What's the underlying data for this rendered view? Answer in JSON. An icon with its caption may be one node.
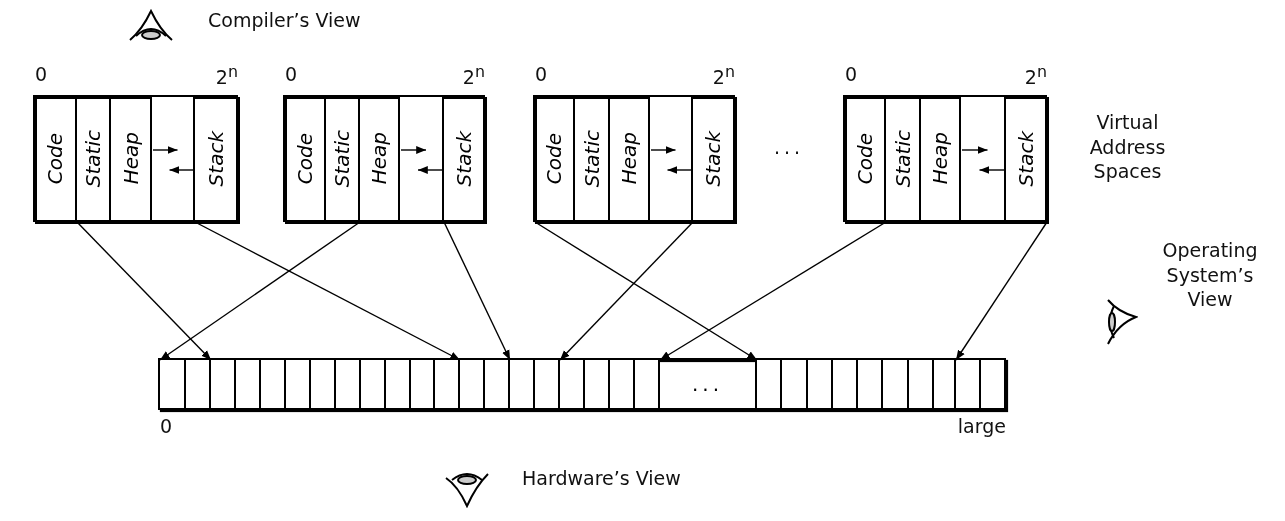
{
  "diagram": {
    "nodes": [
      {
        "text": [],
        "shape": "box"
      },
      {
        "text": [
          "Code"
        ],
        "in": 0
      },
      {
        "text": [
          "Static"
        ],
        "in": 0
      },
      {
        "text": [
          "Heap"
        ],
        "in": 0
      },
      {
        "text": [],
        "shape": "box",
        "in": 0
      },
      {
        "text": [
          "Stack"
        ],
        "in": 0
      },
      {
        "text": [],
        "shape": "box"
      },
      {
        "text": [
          "Code"
        ],
        "in": 6
      },
      {
        "text": [
          "Static"
        ],
        "in": 6
      },
      {
        "text": [
          "Heap"
        ],
        "in": 6
      },
      {
        "text": [],
        "shape": "box",
        "in": 6
      },
      {
        "text": [
          "Stack"
        ],
        "in": 6
      },
      {
        "text": [],
        "shape": "box"
      },
      {
        "text": [
          "Code"
        ],
        "in": 12
      },
      {
        "text": [
          "Static"
        ],
        "in": 12
      },
      {
        "text": [
          "Heap"
        ],
        "in": 12
      },
      {
        "text": [],
        "shape": "box",
        "in": 12
      },
      {
        "text": [
          "Stack"
        ],
        "in": 12
      },
      {
        "text": [],
        "shape": "box"
      },
      {
        "text": [
          "Code"
        ],
        "in": 18
      },
      {
        "text": [
          "Static"
        ],
        "in": 18
      },
      {
        "text": [
          "Heap"
        ],
        "in": 18
      },
      {
        "text": [],
        "shape": "box",
        "in": 18
      },
      {
        "text": [
          "Stack"
        ],
        "in": 18
      },
      {
        "text": [],
        "shape": "bar"
      },
      {
        "text": [],
        "shape": "box",
        "in": 24
      },
      {
        "text": [],
        "shape": "box",
        "in": 24
      },
      {
        "text": [],
        "shape": "box",
        "in": 24
      },
      {
        "text": [],
        "shape": "box",
        "in": 24
      },
      {
        "text": [],
        "shape": "box",
        "in": 24
      },
      {
        "text": [],
        "shape": "box",
        "in": 24
      },
      {
        "text": [],
        "shape": "box",
        "in": 24
      },
      {
        "text": [],
        "shape": "box",
        "in": 24
      },
      {
        "text": [],
        "shape": "box",
        "in": 24
      },
      {
        "text": [],
        "shape": "box",
        "in": 24
      },
      {
        "text": [],
        "shape": "box",
        "in": 24
      },
      {
        "text": [],
        "shape": "box",
        "in": 24
      },
      {
        "text": [],
        "shape": "box",
        "in": 24
      },
      {
        "text": [],
        "shape": "box",
        "in": 24
      },
      {
        "text": [],
        "shape": "box",
        "in": 24
      },
      {
        "text": [],
        "shape": "box",
        "in": 24
      },
      {
        "text": [],
        "shape": "box",
        "in": 24
      },
      {
        "text": [],
        "shape": "box",
        "in": 24
      },
      {
        "text": [],
        "shape": "box",
        "in": 24
      },
      {
        "text": [],
        "shape": "box",
        "in": 24
      },
      {
        "text": [
          "..."
        ],
        "in": 24
      },
      {
        "text": [],
        "shape": "box",
        "in": 24
      },
      {
        "text": [],
        "shape": "box",
        "in": 24
      },
      {
        "text": [],
        "shape": "box",
        "in": 24
      },
      {
        "text": [],
        "shape": "box",
        "in": 24
      },
      {
        "text": [],
        "shape": "box",
        "in": 24
      },
      {
        "text": [],
        "shape": "box",
        "in": 24
      },
      {
        "text": [],
        "shape": "box",
        "in": 24
      },
      {
        "text": [],
        "shape": "box",
        "in": 24
      },
      {
        "text": [],
        "shape": "box",
        "in": 24
      },
      {
        "text": [],
        "shape": "box",
        "in": 24
      }
    ],
    "edges": [
      {
        "from": 1,
        "to": 27,
        "arrow": "to"
      },
      {
        "from": 5,
        "to": 37,
        "arrow": "to"
      },
      {
        "from": 8,
        "to": 25,
        "arrow": "to"
      },
      {
        "from": 11,
        "to": 39,
        "arrow": "to"
      },
      {
        "from": 13,
        "to": 46,
        "arrow": "to"
      },
      {
        "from": 17,
        "to": 41,
        "arrow": "to"
      },
      {
        "from": 19,
        "to": 45,
        "arrow": "to"
      },
      {
        "from": 23,
        "to": 54,
        "arrow": "to"
      },
      {
        "from": 3,
        "to": 4,
        "arrow": "to"
      },
      {
        "from": 5,
        "to": 4,
        "arrow": "to"
      },
      {
        "from": 9,
        "to": 10,
        "arrow": "to"
      },
      {
        "from": 11,
        "to": 10,
        "arrow": "to"
      },
      {
        "from": 15,
        "to": 16,
        "arrow": "to"
      },
      {
        "from": 17,
        "to": 16,
        "arrow": "to"
      },
      {
        "from": 21,
        "to": 22,
        "arrow": "to"
      },
      {
        "from": 23,
        "to": 22,
        "arrow": "to"
      }
    ],
    "labels": [
      "Compiler’s View",
      "0",
      "2$^{n}$",
      "0",
      "2$^{n}$",
      "0",
      "2$^{n}$",
      "0",
      "2$^{n}$",
      "...",
      "Virtual Address Spaces",
      "Operating System’s View",
      "0",
      "large",
      "Hardware’s View"
    ]
  }
}
